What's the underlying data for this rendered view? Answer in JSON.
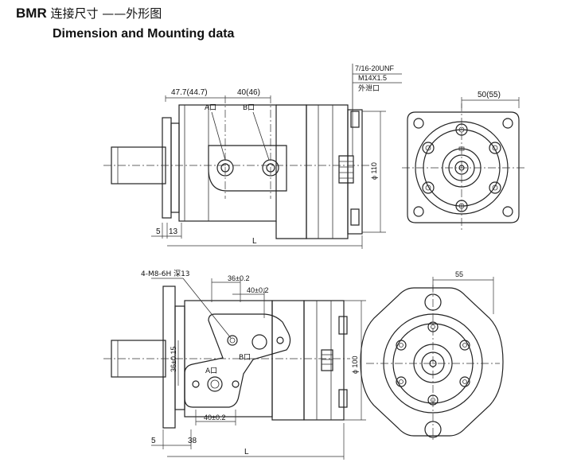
{
  "header": {
    "model": "BMR",
    "title_zh": "连接尺寸 ——外形图",
    "title_en": "Dimension and Mounting data"
  },
  "top_side_view": {
    "dim_a": "47.7(44.7)",
    "dim_b": "40(46)",
    "port_a": "A口",
    "port_b": "B口",
    "drain_thread": "7/16-20UNF",
    "drain_thread2": "M14X1.5",
    "drain_label": "外泄口",
    "dim_5": "5",
    "dim_13": "13",
    "dim_L": "L",
    "dim_dia": "ϕ 110"
  },
  "top_front_view": {
    "dim": "50(55)"
  },
  "bottom_side_view": {
    "thread_note": "4-M8-6H 深13",
    "dim_36": "36±0.2",
    "dim_40": "40±0.2",
    "dim_36v": "36±0.15",
    "port_a": "A口",
    "port_b": "B口",
    "dim_40b": "40±0.2",
    "dim_5": "5",
    "dim_38": "38",
    "dim_L": "L",
    "dim_dia": "ϕ 100"
  },
  "bottom_front_view": {
    "dim": "55"
  }
}
